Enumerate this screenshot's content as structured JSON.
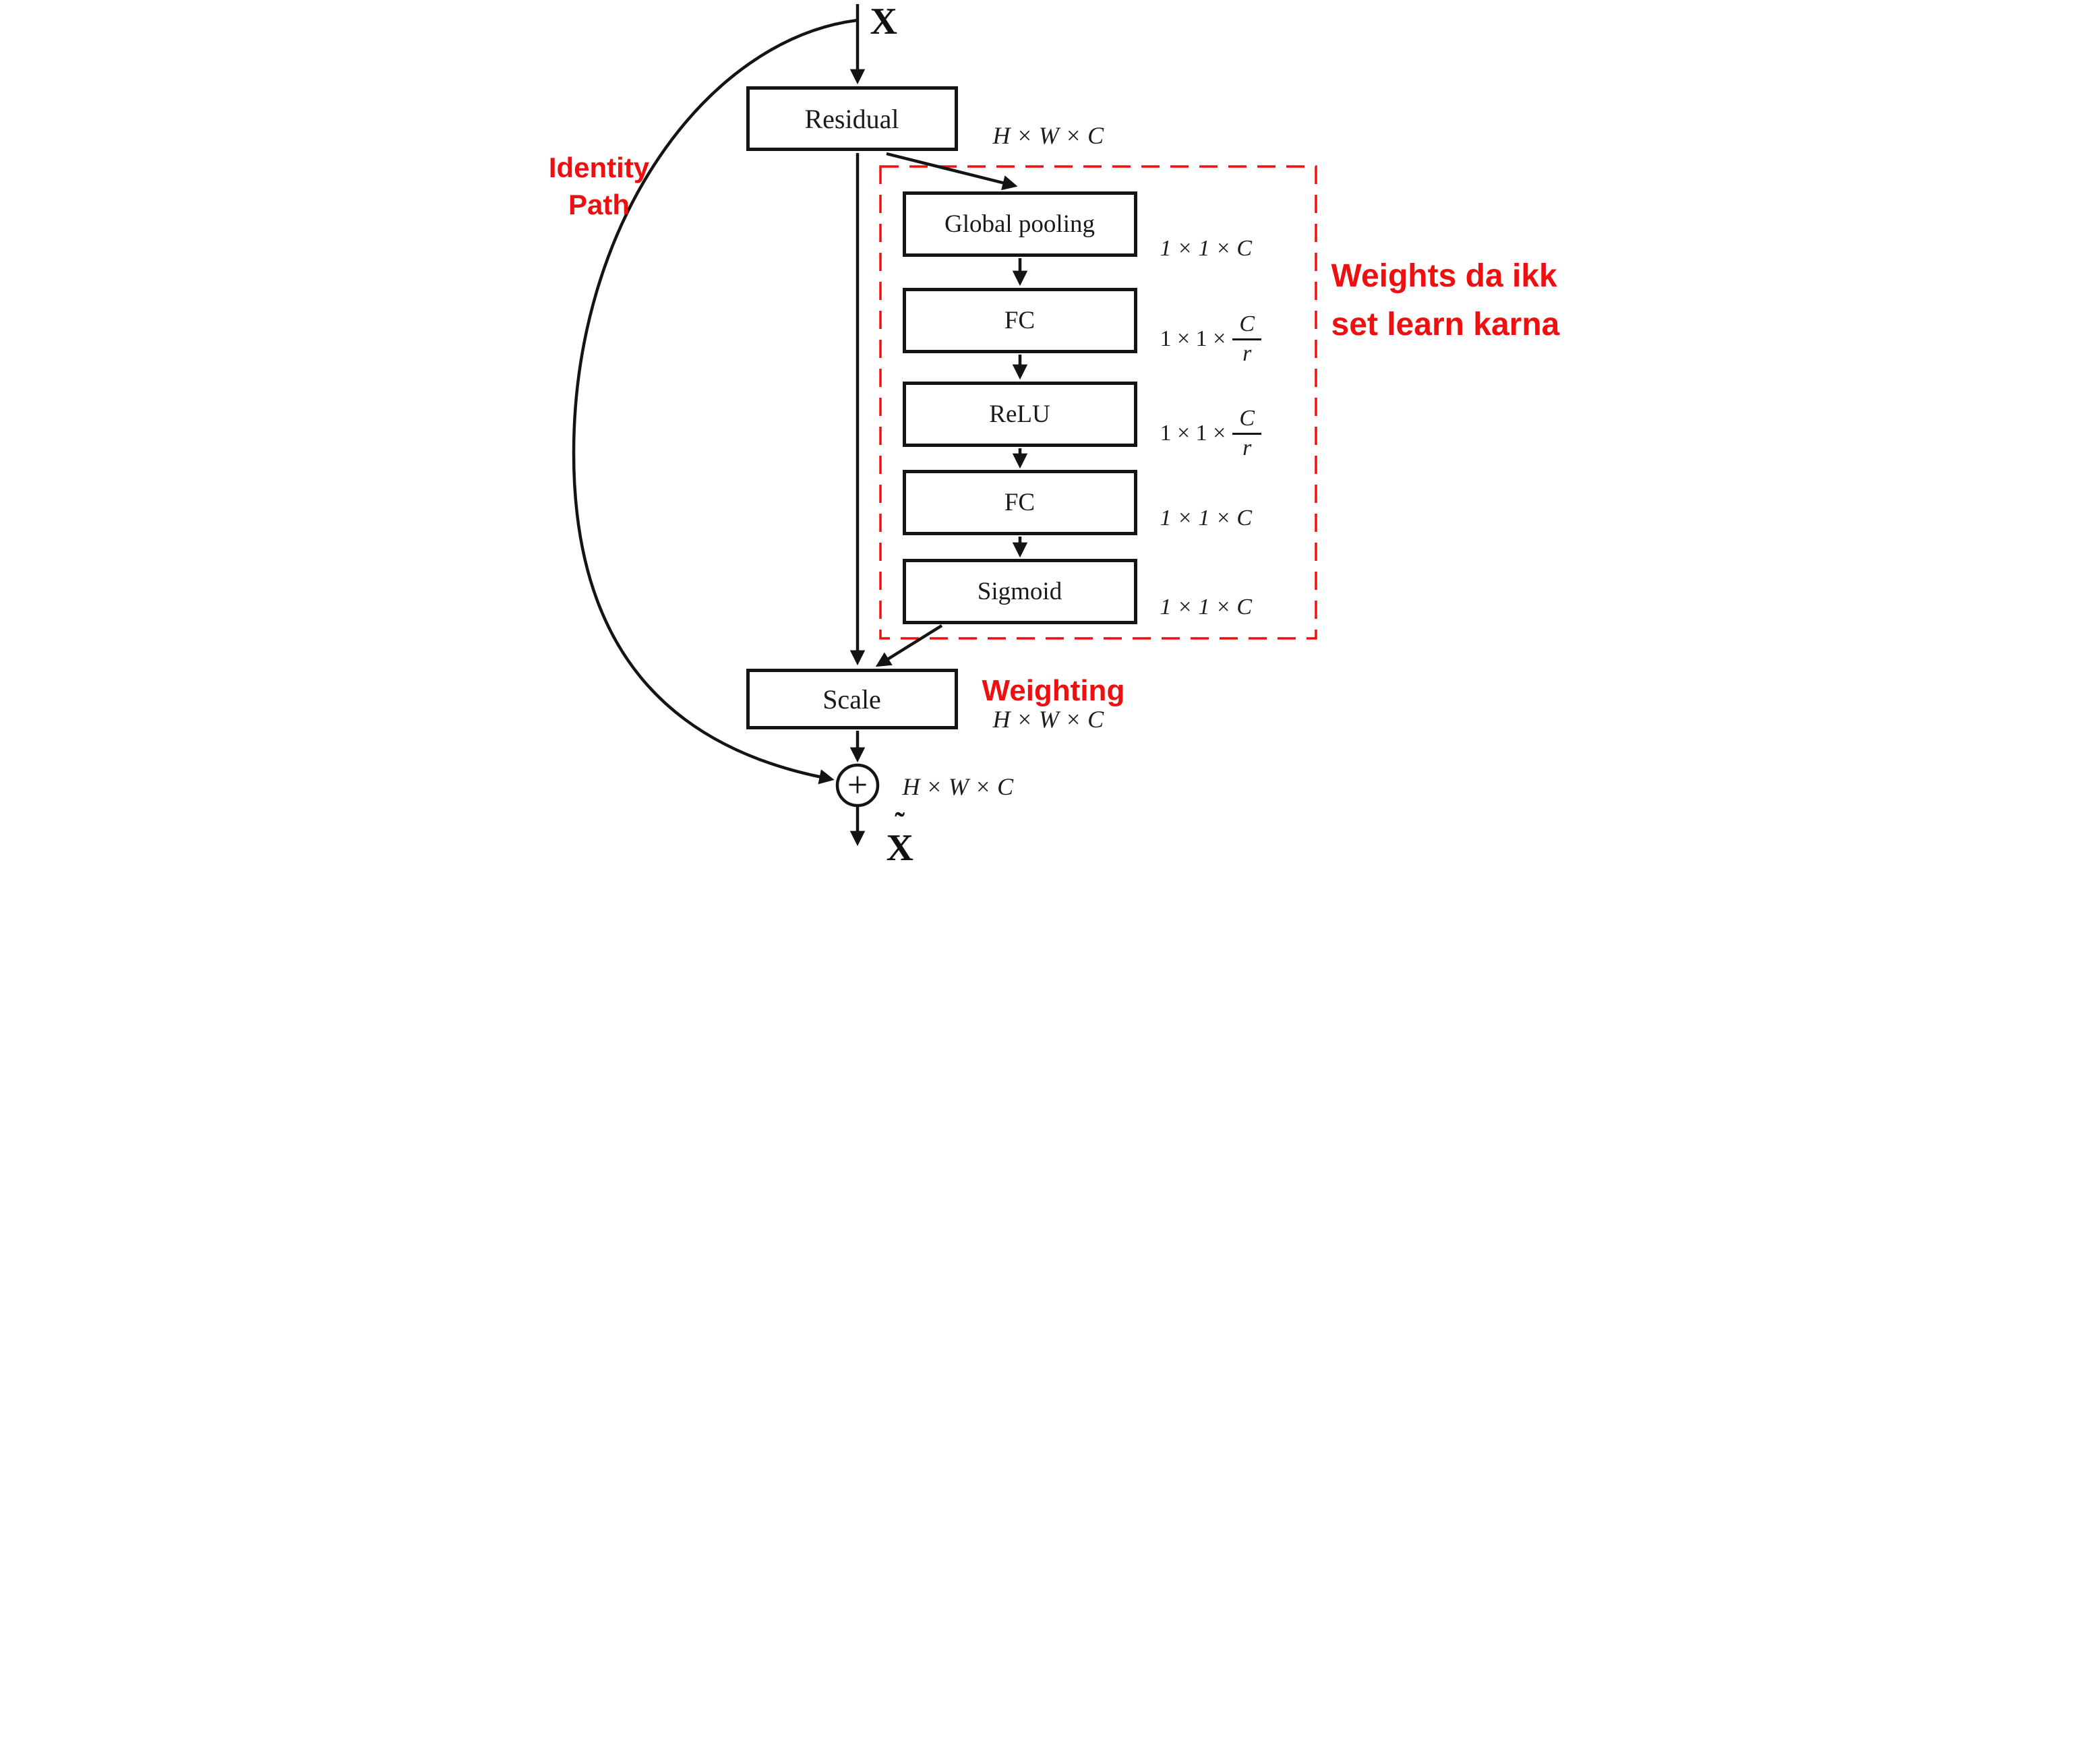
{
  "diagram": {
    "input_label": "X",
    "identity_path": {
      "line1": "Identity",
      "line2": "Path"
    },
    "residual_label": "Residual",
    "residual_dim": "H × W × C",
    "se_branch": [
      {
        "label": "Global pooling",
        "dim": "1 × 1 × C"
      },
      {
        "label": "FC",
        "dim_prefix": "1 × 1 ×",
        "dim_num": "C",
        "dim_den": "r"
      },
      {
        "label": "ReLU",
        "dim_prefix": "1 × 1 ×",
        "dim_num": "C",
        "dim_den": "r"
      },
      {
        "label": "FC",
        "dim": "1 × 1 × C"
      },
      {
        "label": "Sigmoid",
        "dim": "1 × 1 × C"
      }
    ],
    "weights_note": {
      "line1": "Weights da ikk",
      "line2": "set learn karna"
    },
    "scale_label": "Scale",
    "weighting_label": "Weighting",
    "scale_dim": "H × W × C",
    "sum_dim": "H × W × C",
    "plus_symbol": "+",
    "output_label": {
      "tilde": "˜",
      "letter": "X"
    },
    "colors": {
      "annotation_red": "#ee1010",
      "dash_red": "#f40d0d",
      "line_black": "#141414"
    }
  }
}
